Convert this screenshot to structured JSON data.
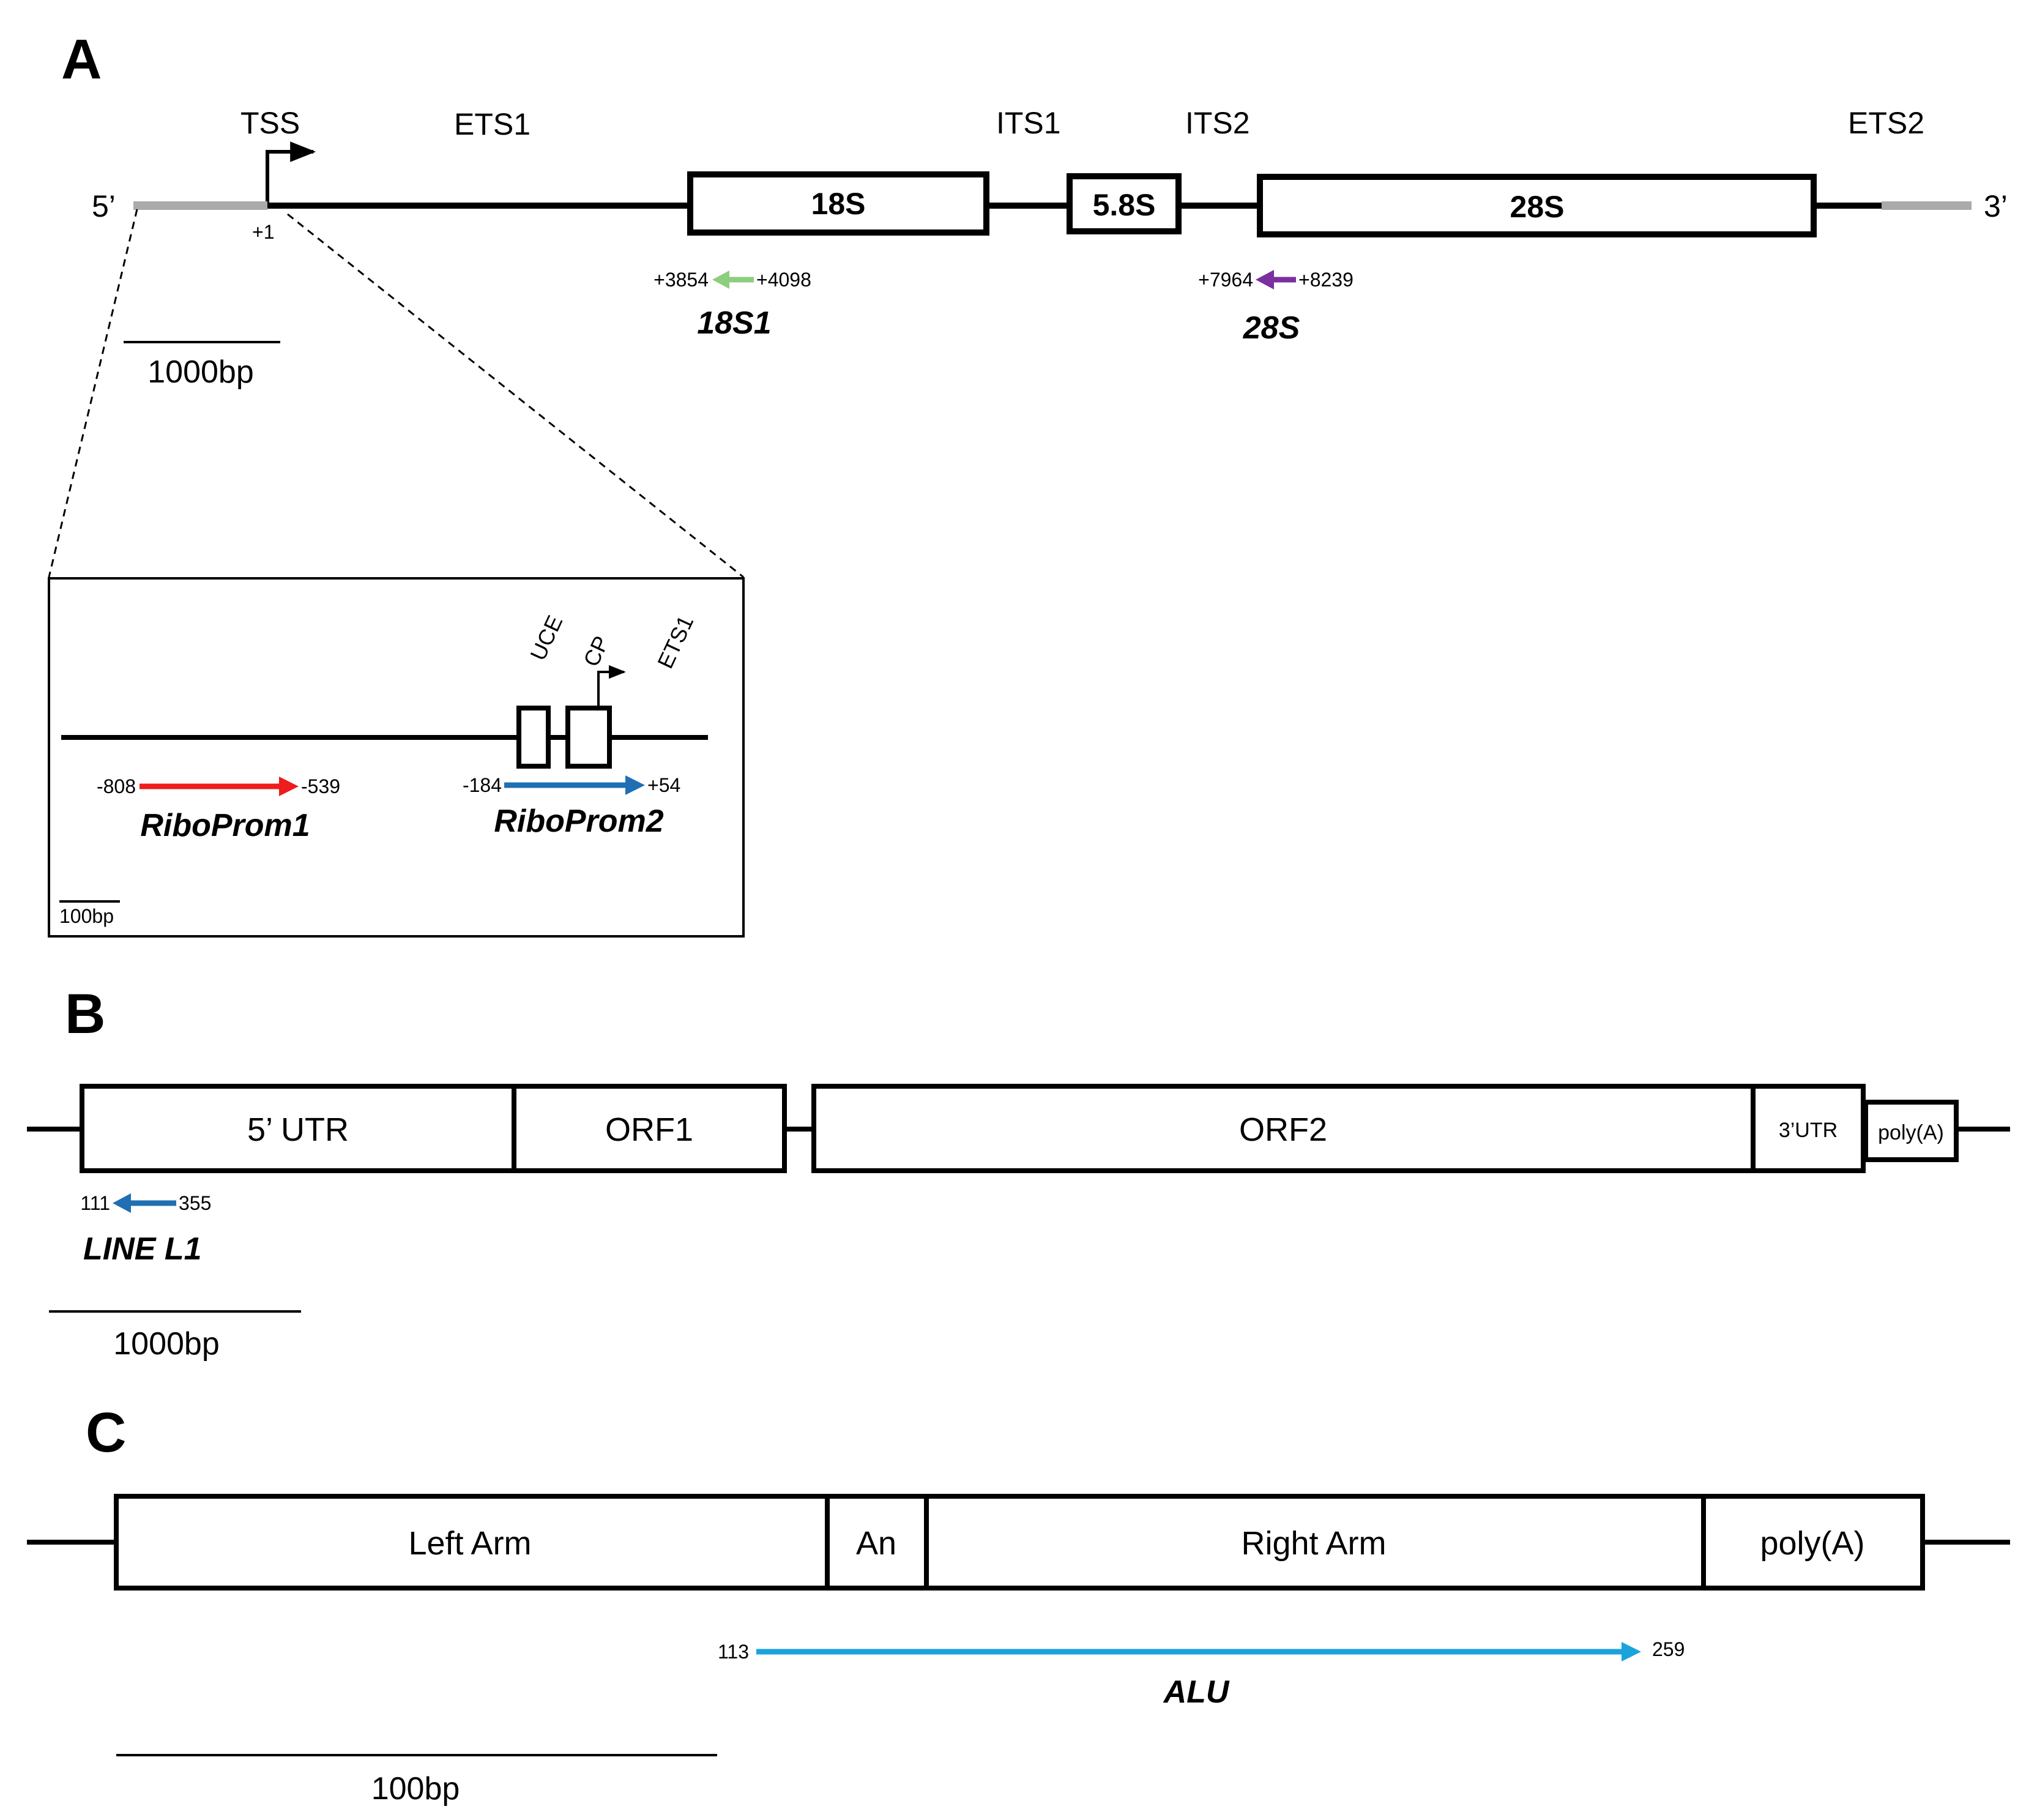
{
  "panels": {
    "a": {
      "letter": "A",
      "five_prime": "5’",
      "three_prime": "3’",
      "tss": "TSS",
      "plus_one": "+1",
      "regions": [
        "ETS1",
        "ITS1",
        "ITS2",
        "ETS2"
      ],
      "boxes": [
        "18S",
        "5.8S",
        "28S"
      ],
      "primers": [
        {
          "name": "18S1",
          "start": "+3854",
          "end": "+4098",
          "color": "#8dce7e",
          "direction": "reverse"
        },
        {
          "name": "28S",
          "start": "+7964",
          "end": "+8239",
          "color": "#7b2fa0",
          "direction": "reverse"
        }
      ],
      "scale": "1000bp",
      "inset": {
        "elements": [
          "UCE",
          "CP",
          "ETS1"
        ],
        "primers": [
          {
            "name": "RiboProm1",
            "start": "-808",
            "end": "-539",
            "color": "#ee1c1c",
            "direction": "forward"
          },
          {
            "name": "RiboProm2",
            "start": "-184",
            "end": "+54",
            "color": "#1f6fb2",
            "direction": "forward"
          }
        ],
        "scale": "100bp"
      }
    },
    "b": {
      "letter": "B",
      "boxes": [
        "5’ UTR",
        "ORF1",
        "ORF2",
        "3’UTR",
        "poly(A)"
      ],
      "primer": {
        "name": "LINE L1",
        "start": "111",
        "end": "355",
        "color": "#1f6fb2",
        "direction": "reverse"
      },
      "scale": "1000bp"
    },
    "c": {
      "letter": "C",
      "boxes": [
        "Left Arm",
        "An",
        "Right Arm",
        "poly(A)"
      ],
      "primer": {
        "name": "ALU",
        "start": "113",
        "end": "259",
        "color": "#1ba3dc",
        "direction": "forward"
      },
      "scale": "100bp"
    }
  },
  "colors": {
    "line": "#000000",
    "flank": "#aaaaaa"
  }
}
